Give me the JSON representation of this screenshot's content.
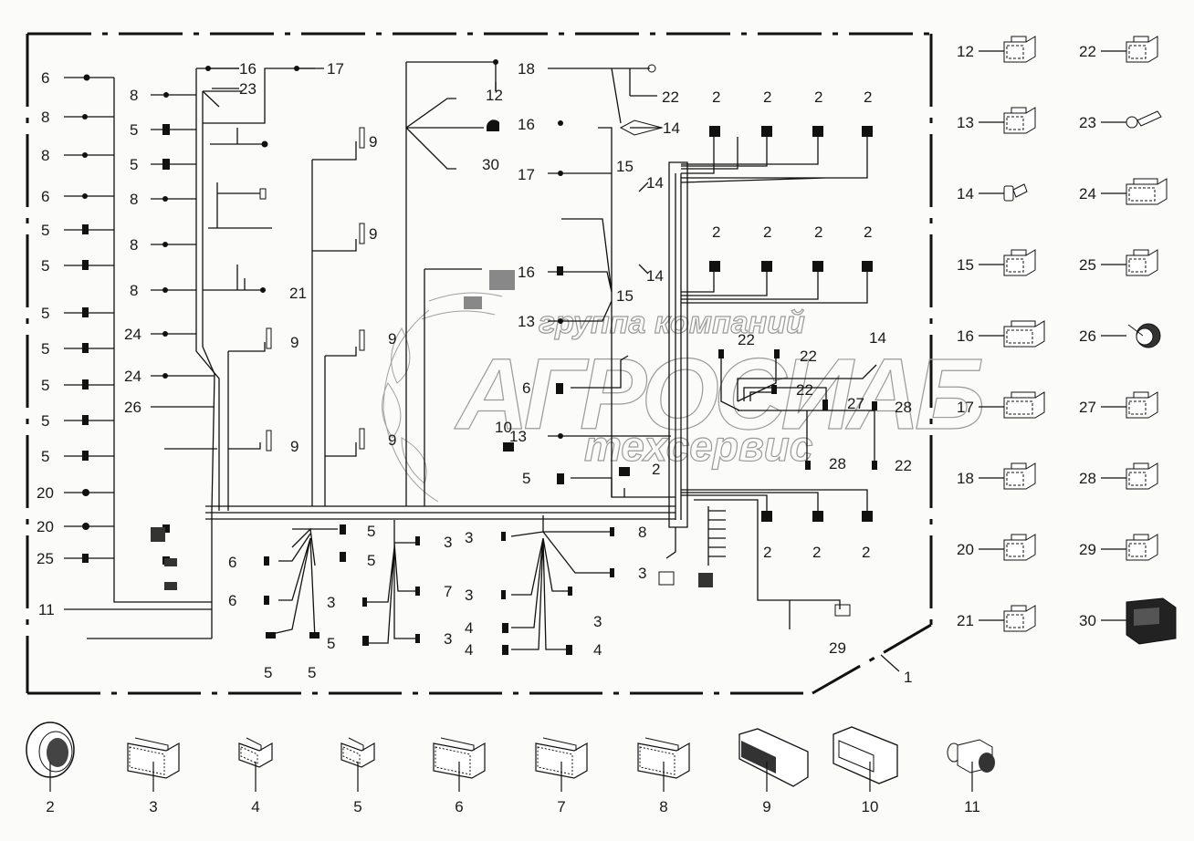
{
  "diagram": {
    "title_callout": "1",
    "watermark": {
      "line1": "группа компаний",
      "line2": "АГРОСИАБ",
      "line3": "техсервис"
    },
    "harness_callouts": [
      {
        "id": "c6a",
        "label": "6"
      },
      {
        "id": "c8a",
        "label": "8"
      },
      {
        "id": "c8b",
        "label": "8"
      },
      {
        "id": "c6b",
        "label": "6"
      },
      {
        "id": "c5a",
        "label": "5"
      },
      {
        "id": "c5b",
        "label": "5"
      },
      {
        "id": "c5c",
        "label": "5"
      },
      {
        "id": "c5d",
        "label": "5"
      },
      {
        "id": "c5e",
        "label": "5"
      },
      {
        "id": "c5f",
        "label": "5"
      },
      {
        "id": "c5g",
        "label": "5"
      },
      {
        "id": "c20a",
        "label": "20"
      },
      {
        "id": "c20b",
        "label": "20"
      },
      {
        "id": "c25",
        "label": "25"
      },
      {
        "id": "c11",
        "label": "11"
      },
      {
        "id": "c16a",
        "label": "16"
      },
      {
        "id": "c23",
        "label": "23"
      },
      {
        "id": "c8c",
        "label": "8"
      },
      {
        "id": "c5h",
        "label": "5"
      },
      {
        "id": "c5i",
        "label": "5"
      },
      {
        "id": "c8d",
        "label": "8"
      },
      {
        "id": "c8e",
        "label": "8"
      },
      {
        "id": "c8f",
        "label": "8"
      },
      {
        "id": "c21",
        "label": "21"
      },
      {
        "id": "c24a",
        "label": "24"
      },
      {
        "id": "c24b",
        "label": "24"
      },
      {
        "id": "c26",
        "label": "26"
      },
      {
        "id": "c17a",
        "label": "17"
      },
      {
        "id": "c9a",
        "label": "9"
      },
      {
        "id": "c9b",
        "label": "9"
      },
      {
        "id": "c9c",
        "label": "9"
      },
      {
        "id": "c9d",
        "label": "9"
      },
      {
        "id": "c9e",
        "label": "9"
      },
      {
        "id": "c9f",
        "label": "9"
      },
      {
        "id": "c12",
        "label": "12"
      },
      {
        "id": "c30",
        "label": "30"
      },
      {
        "id": "c18",
        "label": "18"
      },
      {
        "id": "c22a",
        "label": "22"
      },
      {
        "id": "c16b",
        "label": "16"
      },
      {
        "id": "c14a",
        "label": "14"
      },
      {
        "id": "c17b",
        "label": "17"
      },
      {
        "id": "c15a",
        "label": "15"
      },
      {
        "id": "c14b",
        "label": "14"
      },
      {
        "id": "c14c",
        "label": "14"
      },
      {
        "id": "c15b",
        "label": "15"
      },
      {
        "id": "c16c",
        "label": "16"
      },
      {
        "id": "c13a",
        "label": "13"
      },
      {
        "id": "c6c",
        "label": "6"
      },
      {
        "id": "c10",
        "label": "10"
      },
      {
        "id": "c13b",
        "label": "13"
      },
      {
        "id": "c5j",
        "label": "5"
      },
      {
        "id": "c2m",
        "label": "2"
      },
      {
        "id": "c2a",
        "label": "2"
      },
      {
        "id": "c2b",
        "label": "2"
      },
      {
        "id": "c2c",
        "label": "2"
      },
      {
        "id": "c2d",
        "label": "2"
      },
      {
        "id": "c2e",
        "label": "2"
      },
      {
        "id": "c2f",
        "label": "2"
      },
      {
        "id": "c2g",
        "label": "2"
      },
      {
        "id": "c2h",
        "label": "2"
      },
      {
        "id": "c22b",
        "label": "22"
      },
      {
        "id": "c22c",
        "label": "22"
      },
      {
        "id": "c14d",
        "label": "14"
      },
      {
        "id": "c27",
        "label": "27"
      },
      {
        "id": "c28a",
        "label": "28"
      },
      {
        "id": "c22d",
        "label": "22"
      },
      {
        "id": "c28b",
        "label": "28"
      },
      {
        "id": "c22e",
        "label": "22"
      },
      {
        "id": "c2i",
        "label": "2"
      },
      {
        "id": "c2j",
        "label": "2"
      },
      {
        "id": "c2k",
        "label": "2"
      },
      {
        "id": "c29",
        "label": "29"
      },
      {
        "id": "c5k",
        "label": "5"
      },
      {
        "id": "c5l",
        "label": "5"
      },
      {
        "id": "c6d",
        "label": "6"
      },
      {
        "id": "c6e",
        "label": "6"
      },
      {
        "id": "c5m",
        "label": "5"
      },
      {
        "id": "c5n",
        "label": "5"
      },
      {
        "id": "c3a",
        "label": "3"
      },
      {
        "id": "c7",
        "label": "7"
      },
      {
        "id": "c3b",
        "label": "3"
      },
      {
        "id": "c5o",
        "label": "5"
      },
      {
        "id": "c3c",
        "label": "3"
      },
      {
        "id": "c3d",
        "label": "3"
      },
      {
        "id": "c8g",
        "label": "8"
      },
      {
        "id": "c3e",
        "label": "3"
      },
      {
        "id": "c3f",
        "label": "3"
      },
      {
        "id": "c4a",
        "label": "4"
      },
      {
        "id": "c3g",
        "label": "3"
      },
      {
        "id": "c4b",
        "label": "4"
      },
      {
        "id": "c4c",
        "label": "4"
      }
    ],
    "legend_right": [
      {
        "label": "12",
        "part": "connector-6pin"
      },
      {
        "label": "22",
        "part": "connector-2pin-latch"
      },
      {
        "label": "13",
        "part": "connector-6pin-double"
      },
      {
        "label": "23",
        "part": "ring-terminal"
      },
      {
        "label": "14",
        "part": "bullet-terminal"
      },
      {
        "label": "24",
        "part": "connector-16pin"
      },
      {
        "label": "15",
        "part": "connector-1pin"
      },
      {
        "label": "25",
        "part": "connector-4pin-flat"
      },
      {
        "label": "16",
        "part": "connector-8pin"
      },
      {
        "label": "26",
        "part": "buzzer"
      },
      {
        "label": "17",
        "part": "connector-8pin-b"
      },
      {
        "label": "27",
        "part": "inline-connector"
      },
      {
        "label": "18",
        "part": "connector-4pin"
      },
      {
        "label": "28",
        "part": "sealed-connector-2pin"
      },
      {
        "label": "20",
        "part": "connector-4pin-b"
      },
      {
        "label": "29",
        "part": "sealed-connector-box"
      },
      {
        "label": "21",
        "part": "sealed-connector-3pin"
      },
      {
        "label": "30",
        "part": "large-sealed-connector"
      }
    ],
    "legend_bottom": [
      {
        "label": "2",
        "part": "circular-connector"
      },
      {
        "label": "3",
        "part": "connector-24pin"
      },
      {
        "label": "4",
        "part": "connector-small"
      },
      {
        "label": "5",
        "part": "connector-small-latch"
      },
      {
        "label": "6",
        "part": "connector-18pin"
      },
      {
        "label": "7",
        "part": "connector-20pin"
      },
      {
        "label": "8",
        "part": "connector-12pin"
      },
      {
        "label": "9",
        "part": "ecu-connector"
      },
      {
        "label": "10",
        "part": "module-connector"
      },
      {
        "label": "11",
        "part": "diagnostic-socket"
      }
    ]
  }
}
